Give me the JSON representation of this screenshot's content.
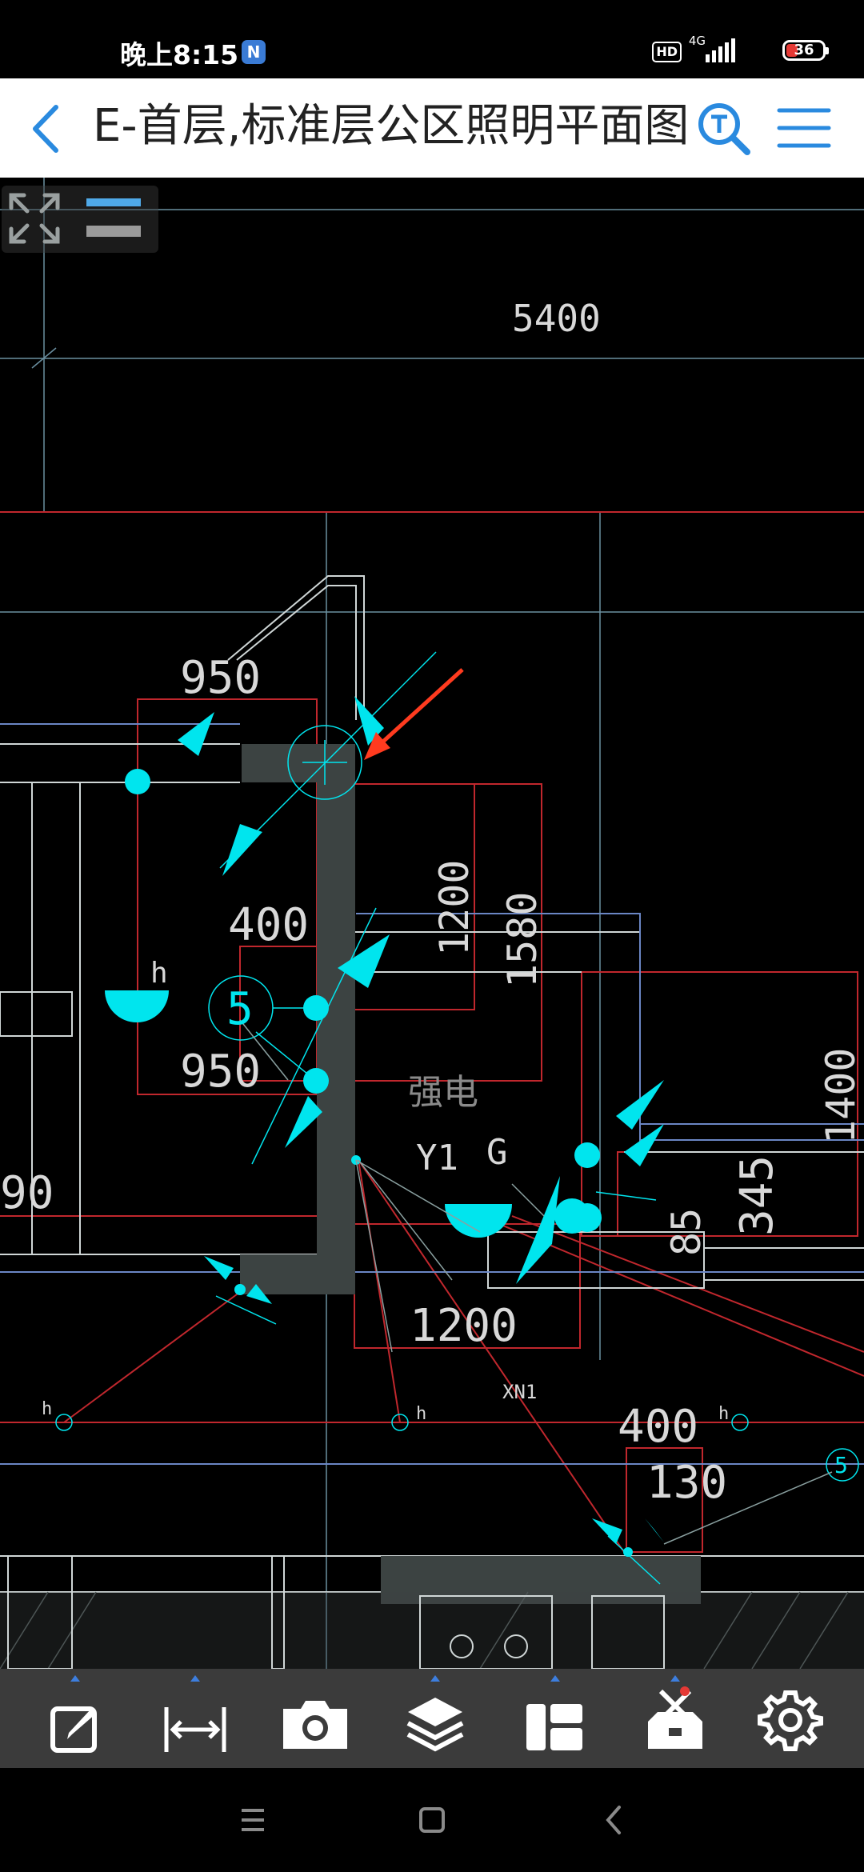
{
  "status_bar": {
    "time": "晚上8:15",
    "app_badge": "N",
    "hd": "HD",
    "network": "4G",
    "battery": "36"
  },
  "title_bar": {
    "title": "E-首层,标准层公区照明平面图",
    "back_icon": "chevron-left-icon",
    "search_icon": "text-search-icon",
    "menu_icon": "hamburger-menu-icon",
    "accent_color": "#2a8adf"
  },
  "drawing": {
    "dims": {
      "d5400": "5400",
      "d950_top": "950",
      "d400_mid": "400",
      "d1200_v": "1200",
      "d1580_v": "1580",
      "d5_circle": "5",
      "h_mid": "h",
      "d950_low": "950",
      "strong": "强电",
      "y1": "Y1",
      "g": "G",
      "d90": "90",
      "d1400_v": "1400",
      "d345": "345",
      "d85": "85",
      "d1200_low": "1200",
      "xn1": "XN1",
      "h1": "h",
      "h2": "h",
      "h3": "h",
      "d400_low": "400",
      "d130": "130",
      "d5_circle_right": "5"
    },
    "colors": {
      "background": "#000000",
      "grid_line": "#6a8fa0",
      "red_line": "#c0272d",
      "cyan_symbol": "#00e5ee",
      "wall_fill": "#3c4342",
      "dim_text": "#d8d8d8",
      "pointer_arrow": "#ff3b1f"
    }
  },
  "view_controls": {
    "expand_icon": "expand-arrows-icon",
    "layout_icon": "bars-layout-icon"
  },
  "toolbar": {
    "items": [
      {
        "name": "edit-annotate-tool",
        "icon": "pencil-square-icon"
      },
      {
        "name": "measure-tool",
        "icon": "dimension-arrow-icon"
      },
      {
        "name": "screenshot-tool",
        "icon": "camera-icon"
      },
      {
        "name": "layers-tool",
        "icon": "layers-icon"
      },
      {
        "name": "layout-tool",
        "icon": "panel-layout-icon"
      },
      {
        "name": "toolbox-tool",
        "icon": "toolbox-icon"
      },
      {
        "name": "settings-tool",
        "icon": "gear-icon"
      }
    ],
    "expand_indicator_color": "#3d7ede"
  },
  "nav_bar": {
    "menu_icon": "recents-icon",
    "home_icon": "home-square-icon",
    "back_icon": "back-chevron-icon"
  }
}
